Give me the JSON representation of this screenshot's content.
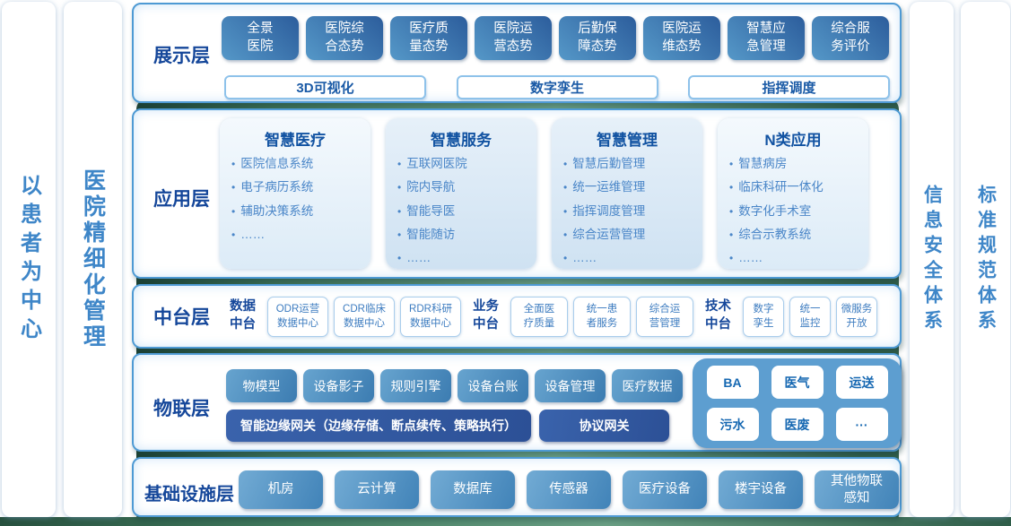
{
  "colors": {
    "accent_blue": "#4e9ad4",
    "navy_text": "#15479a",
    "medium_blue_text": "#4a86c8",
    "button_dark_blue": "#2c5d9c",
    "button_steel_blue": "#5598c8",
    "gateway_navy": "#2c5096",
    "iot_panel_blue": "#5d9ed0",
    "backdrop_green": "#3e7156"
  },
  "side_bars": {
    "left": [
      {
        "label": "以患者为中心"
      },
      {
        "label": "医院精细化管理"
      }
    ],
    "right": [
      {
        "label": "信息安全体系"
      },
      {
        "label": "标准规范体系"
      }
    ]
  },
  "layers": {
    "display": {
      "label": "展示层",
      "buttons": [
        "全景\n医院",
        "医院综\n合态势",
        "医疗质\n量态势",
        "医院运\n营态势",
        "后勤保\n障态势",
        "医院运\n维态势",
        "智慧应\n急管理",
        "综合服\n务评价"
      ],
      "platforms": [
        "3D可视化",
        "数字孪生",
        "指挥调度"
      ]
    },
    "application": {
      "label": "应用层",
      "cards": [
        {
          "title": "智慧医疗",
          "items": [
            "医院信息系统",
            "电子病历系统",
            "辅助决策系统",
            "……"
          ]
        },
        {
          "title": "智慧服务",
          "items": [
            "互联网医院",
            "院内导航",
            "智能导医",
            "智能随访",
            "……"
          ]
        },
        {
          "title": "智慧管理",
          "items": [
            "智慧后勤管理",
            "统一运维管理",
            "指挥调度管理",
            "综合运营管理",
            "……"
          ]
        },
        {
          "title": "N类应用",
          "items": [
            "智慧病房",
            "临床科研一体化",
            "数字化手术室",
            "综合示教系统",
            "……"
          ]
        }
      ]
    },
    "middle": {
      "label": "中台层",
      "groups": [
        {
          "name": "数据\n中台",
          "boxes": [
            "ODR运营\n数据中心",
            "CDR临床\n数据中心",
            "RDR科研\n数据中心"
          ]
        },
        {
          "name": "业务\n中台",
          "boxes": [
            "全面医\n疗质量",
            "统一患\n者服务",
            "综合运\n营管理"
          ]
        },
        {
          "name": "技术\n中台",
          "boxes": [
            "数字\n孪生",
            "统一\n监控",
            "微服务\n开放"
          ]
        }
      ]
    },
    "iot": {
      "label": "物联层",
      "row1": [
        "物模型",
        "设备影子",
        "规则引擎",
        "设备台账",
        "设备管理",
        "医疗数据"
      ],
      "edge_gateway": "智能边缘网关（边缘存储、断点续传、策略执行）",
      "protocol_gateway": "协议网关",
      "subsystems": [
        "BA",
        "医气",
        "运送",
        "污水",
        "医废",
        "···"
      ]
    },
    "infrastructure": {
      "label": "基础设施层",
      "buttons": [
        "机房",
        "云计算",
        "数据库",
        "传感器",
        "医疗设备",
        "楼宇设备",
        "其他物联\n感知"
      ]
    }
  }
}
